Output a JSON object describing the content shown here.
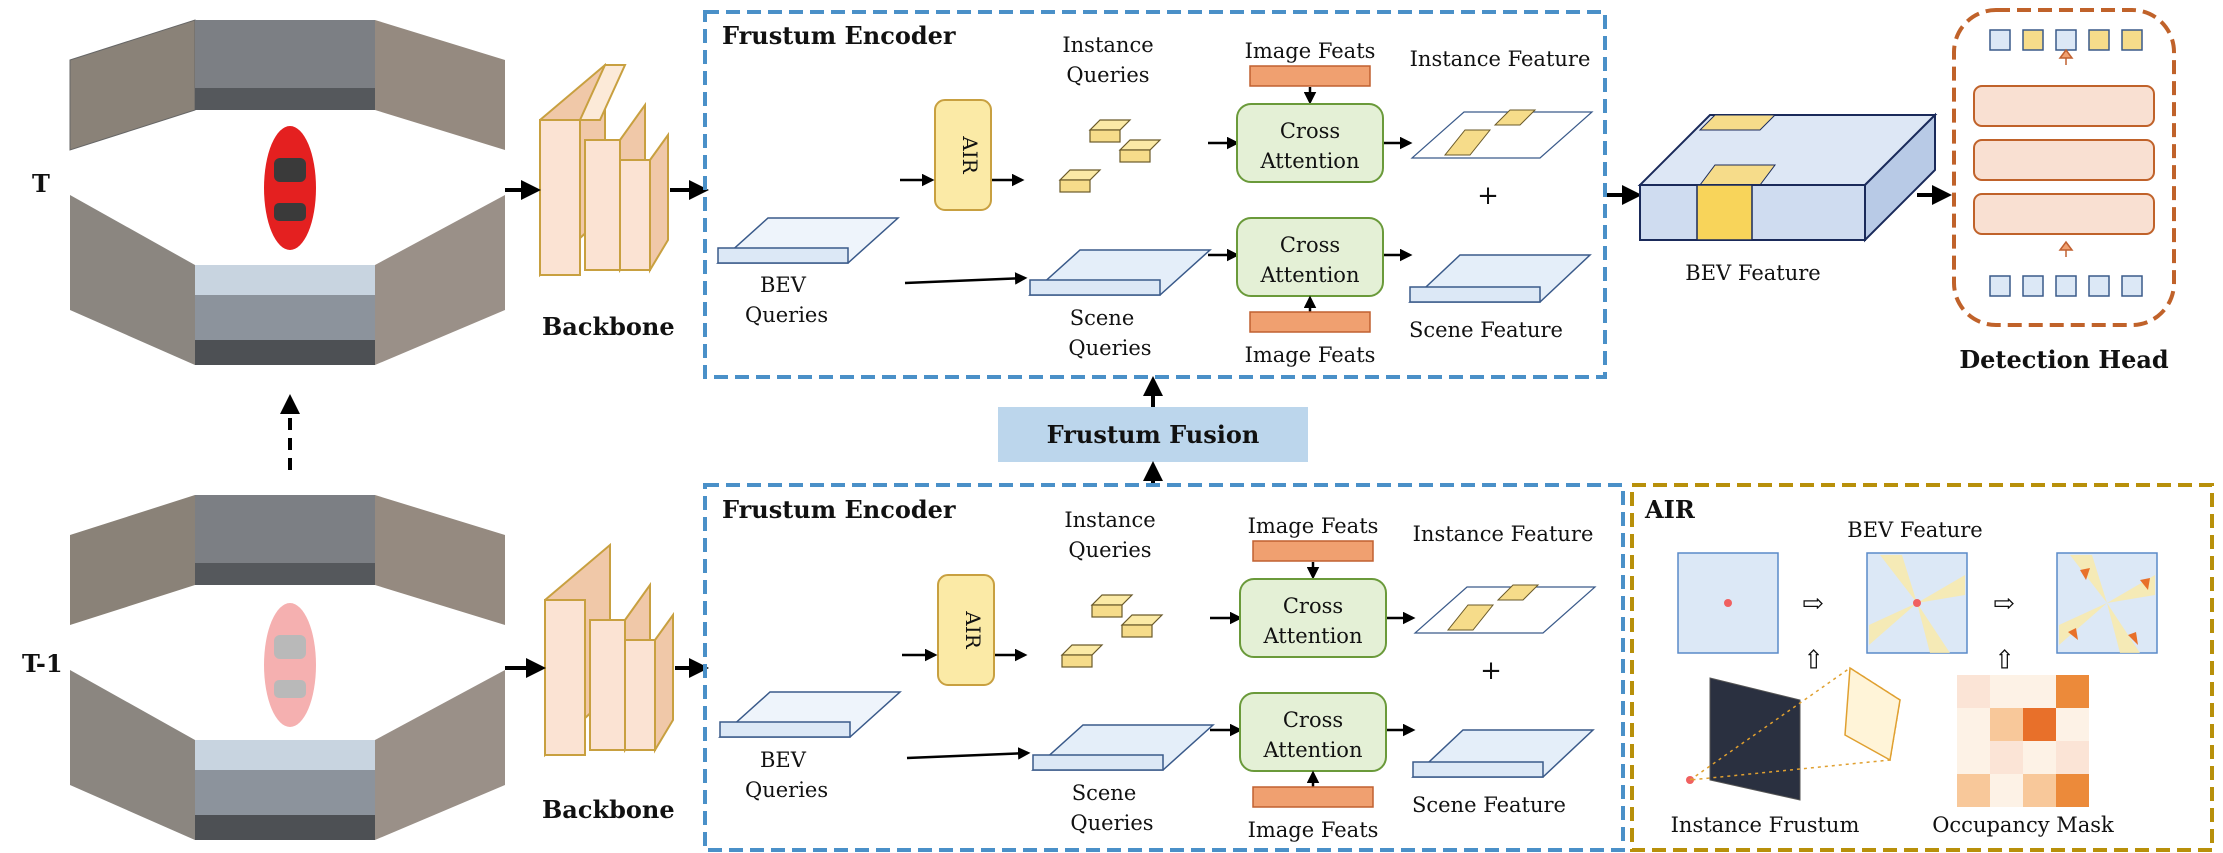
{
  "time_labels": {
    "current": "T",
    "previous": "T-1"
  },
  "backbone_label": "Backbone",
  "frustum_fusion_label": "Frustum Fusion",
  "encoder": {
    "title": "Frustum Encoder",
    "air_block": "AIR",
    "bev_queries": [
      "BEV",
      "Queries"
    ],
    "instance_queries": [
      "Instance",
      "Queries"
    ],
    "scene_queries": [
      "Scene",
      "Queries"
    ],
    "image_feats": "Image Feats",
    "cross_attention": [
      "Cross",
      "Attention"
    ],
    "instance_feature": "Instance Feature",
    "scene_feature": "Scene Feature",
    "plus": "+"
  },
  "bev_feature_label": "BEV Feature",
  "detection_head_label": "Detection Head",
  "air_panel": {
    "title": "AIR",
    "bev_feature": "BEV Feature",
    "instance_frustum": "Instance Frustum",
    "occupancy_mask": "Occupancy Mask"
  },
  "colors": {
    "encoder_border": "#4a90c8",
    "detection_border": "#c0622a",
    "air_border": "#b8900a",
    "backbone_fill": "#f8dcc8",
    "backbone_stroke": "#c8a040",
    "air_fill": "#fbeaa6",
    "cross_fill": "#e4f0d6",
    "cross_stroke": "#6a9a3a",
    "image_feats_fill": "#f0a070",
    "fusion_fill": "#bcd6ec",
    "query_fill": "#dce8f6",
    "instance_fill": "#f6dc8a",
    "bev_feature_fill": "#cfdcf0",
    "head_fill": "#f9e0d2"
  }
}
